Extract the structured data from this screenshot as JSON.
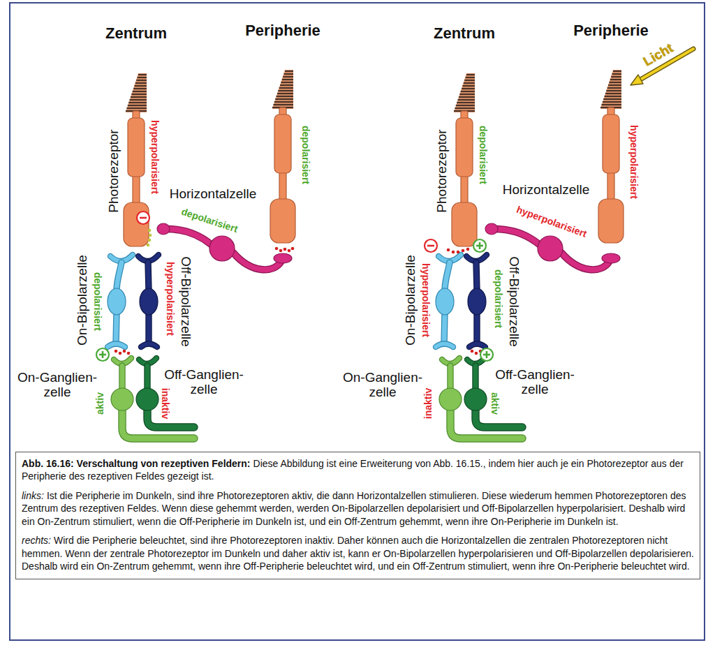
{
  "diagram": {
    "title": "Abb. 16.16: Verschaltung von rezeptiven Feldern:",
    "caption": "Diese Abbildung ist eine Erweiterung von Abb. 16.15., indem hier auch je ein Photorezeptor aus der Peripherie des rezeptiven Feldes gezeigt ist.",
    "labels": [
      "Zentrum",
      "Peripherie",
      "Zentrum",
      "Peripherie",
      "Licht",
      "hyperpolarisiert",
      "Photorezeptor",
      "depolarisiert",
      "Horizontalzelle",
      "depolarisiert",
      "On-Bipolarzelle",
      "depolarisiert",
      "Off-Bipolarzelle",
      "hyperpolarisiert",
      "On-Ganglien- zelle",
      "aktiv",
      "Off-Ganglien- zelle",
      "inaktiv",
      "Photorezeptor",
      "depolarisiert",
      "hyperpolarisiert",
      "Horizontalzelle",
      "hyperpolarisiert",
      "On-Bipolarzelle",
      "hyperpolarisiert",
      "Off-Bipolarzelle",
      "depolarisiert",
      "On-Ganglien- zelle",
      "inaktiv",
      "Off-Ganglien- zelle",
      "aktiv",
      "links:",
      "Ist die Peripherie im Dunkeln, sind ihre Photorezeptoren aktiv, die dann Horizontalzellen stimulieren. Diese wiederum hemmen Photorezeptoren des Zentrum des rezeptiven Feldes. Wenn diese gehemmt werden, werden On-Bipolarzellen depolarisiert und Off-Bipolarzellen hyperpolarisiert. Deshalb wird ein On-Zentrum stimuliert, wenn die Off-Peripherie im Dunkeln ist, und ein Off-Zentrum gehemmt, wenn ihre On-Peripherie im Dunkeln ist.",
      "rechts:",
      "Wird die Peripherie beleuchtet, sind ihre Photorezeptoren inaktiv. Daher können auch die Horizontalzellen die zentralen Photorezeptoren nicht hemmen. Wenn der zentrale Photorezeptor im Dunkeln und daher aktiv ist, kann er On-Bipolarzellen hyperpolarisieren und Off-Bipolarzellen depolarisieren. Deshalb wird ein On-Zentrum gehemmt, wenn ihre Off-Peripherie beleuchtet wird, und ein Off-Zentrum stimuliert, wenn ihre On-Peripherie beleuchtet wird."
    ]
  }
}
